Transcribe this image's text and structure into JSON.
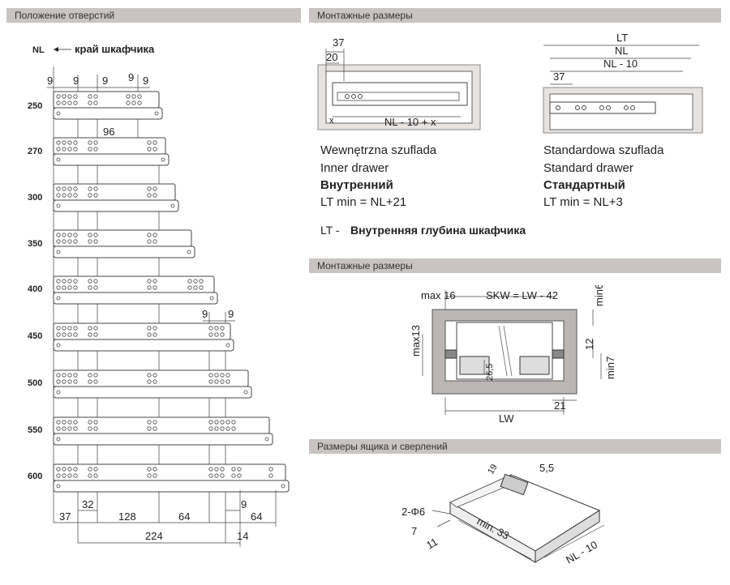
{
  "headers": {
    "left": "Положение отверстий",
    "top_right": "Монтажные размеры",
    "mid_right": "Монтажные размеры",
    "bottom_right": "Размеры ящика и сверлений"
  },
  "left_panel": {
    "nl_label": "NL",
    "edge_label": "край шкафчика",
    "top_dims": [
      "9",
      "9",
      "9",
      "9",
      "9"
    ],
    "dim_96": "96",
    "lengths": [
      "250",
      "270",
      "300",
      "350",
      "400",
      "450",
      "500",
      "550",
      "600"
    ],
    "dims_450": [
      "9",
      "9"
    ],
    "bottom_dims": {
      "d32": "32",
      "d37": "37",
      "d128": "128",
      "d64a": "64",
      "d9": "9",
      "d64b": "64",
      "d224": "224",
      "d14": "14"
    }
  },
  "inner_drawer": {
    "d37": "37",
    "d20": "20",
    "x_label": "x",
    "nl_formula": "NL - 10 + x",
    "line1": "Wewnętrzna szuflada",
    "line2": "Inner drawer",
    "line3": "Внутренний",
    "line4": "LT min = NL+21"
  },
  "standard_drawer": {
    "lt": "LT",
    "nl": "NL",
    "nl10": "NL - 10",
    "d37": "37",
    "line1": "Standardowa szuflada",
    "line2": "Standard drawer",
    "line3": "Стандартный",
    "line4": "LT min = NL+3"
  },
  "lt_note": {
    "prefix": "LT -",
    "text": "Внутренняя глубина шкафчика"
  },
  "mount_section": {
    "max16": "max 16",
    "skw": "SKW = LW - 42",
    "min6": "min6",
    "max13": "max13",
    "d12": "12",
    "min7": "min7",
    "d265": "26,5",
    "lw": "LW",
    "d21": "21"
  },
  "drill_section": {
    "d19": "19",
    "d55": "5,5",
    "d2phi6": "2-Φ6",
    "d7": "7",
    "d11": "11",
    "min33": "min. 33",
    "nl10": "NL - 10"
  }
}
